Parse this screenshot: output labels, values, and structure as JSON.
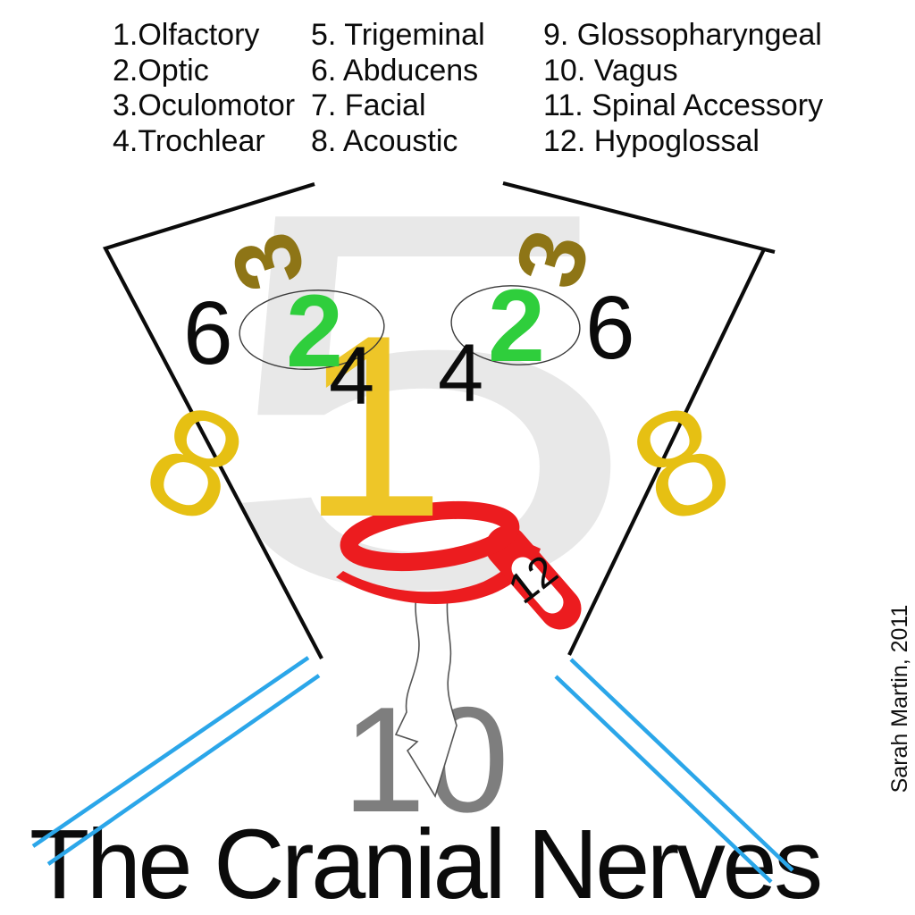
{
  "title": "The Cranial Nerves",
  "credit": "Sarah Martin, 2011",
  "legend": {
    "columns": [
      {
        "items": [
          "1.Olfactory",
          "2.Optic",
          "3.Oculomotor",
          "4.Trochlear"
        ]
      },
      {
        "items": [
          "5. Trigeminal",
          "6. Abducens",
          "7. Facial",
          "8. Acoustic"
        ]
      },
      {
        "items": [
          "9. Glossopharyngeal",
          "10. Vagus",
          "11. Spinal Accessory",
          "12. Hypoglossal"
        ]
      }
    ]
  },
  "face": {
    "numerals": {
      "olfactory_nose": "1",
      "optic_eye": "2",
      "oculomotor_brow": "3",
      "trochlear_cheek": "4",
      "trigeminal_face": "5",
      "abducens_temple": "6",
      "facial_outline": "7",
      "acoustic_ear": "8",
      "glossopharyngeal_mouth": "9",
      "vagus_neck": "10",
      "spinal_accessory_shoulders": "11",
      "hypoglossal_tongue": "12"
    }
  },
  "colors": {
    "black": "#0b0b0b",
    "gray_face": "#e8e8e8",
    "olive_brow": "#8e7516",
    "green_eye": "#2fce3c",
    "gold_nose": "#eec628",
    "yellow_ear": "#e6c013",
    "red_mouth": "#ec1c1f",
    "gray_neck": "#7e7e7e",
    "blue_shoulder": "#2ba6e9",
    "eye_outline": "#3a3a3a",
    "neck_outline": "#555555",
    "white": "#ffffff"
  }
}
